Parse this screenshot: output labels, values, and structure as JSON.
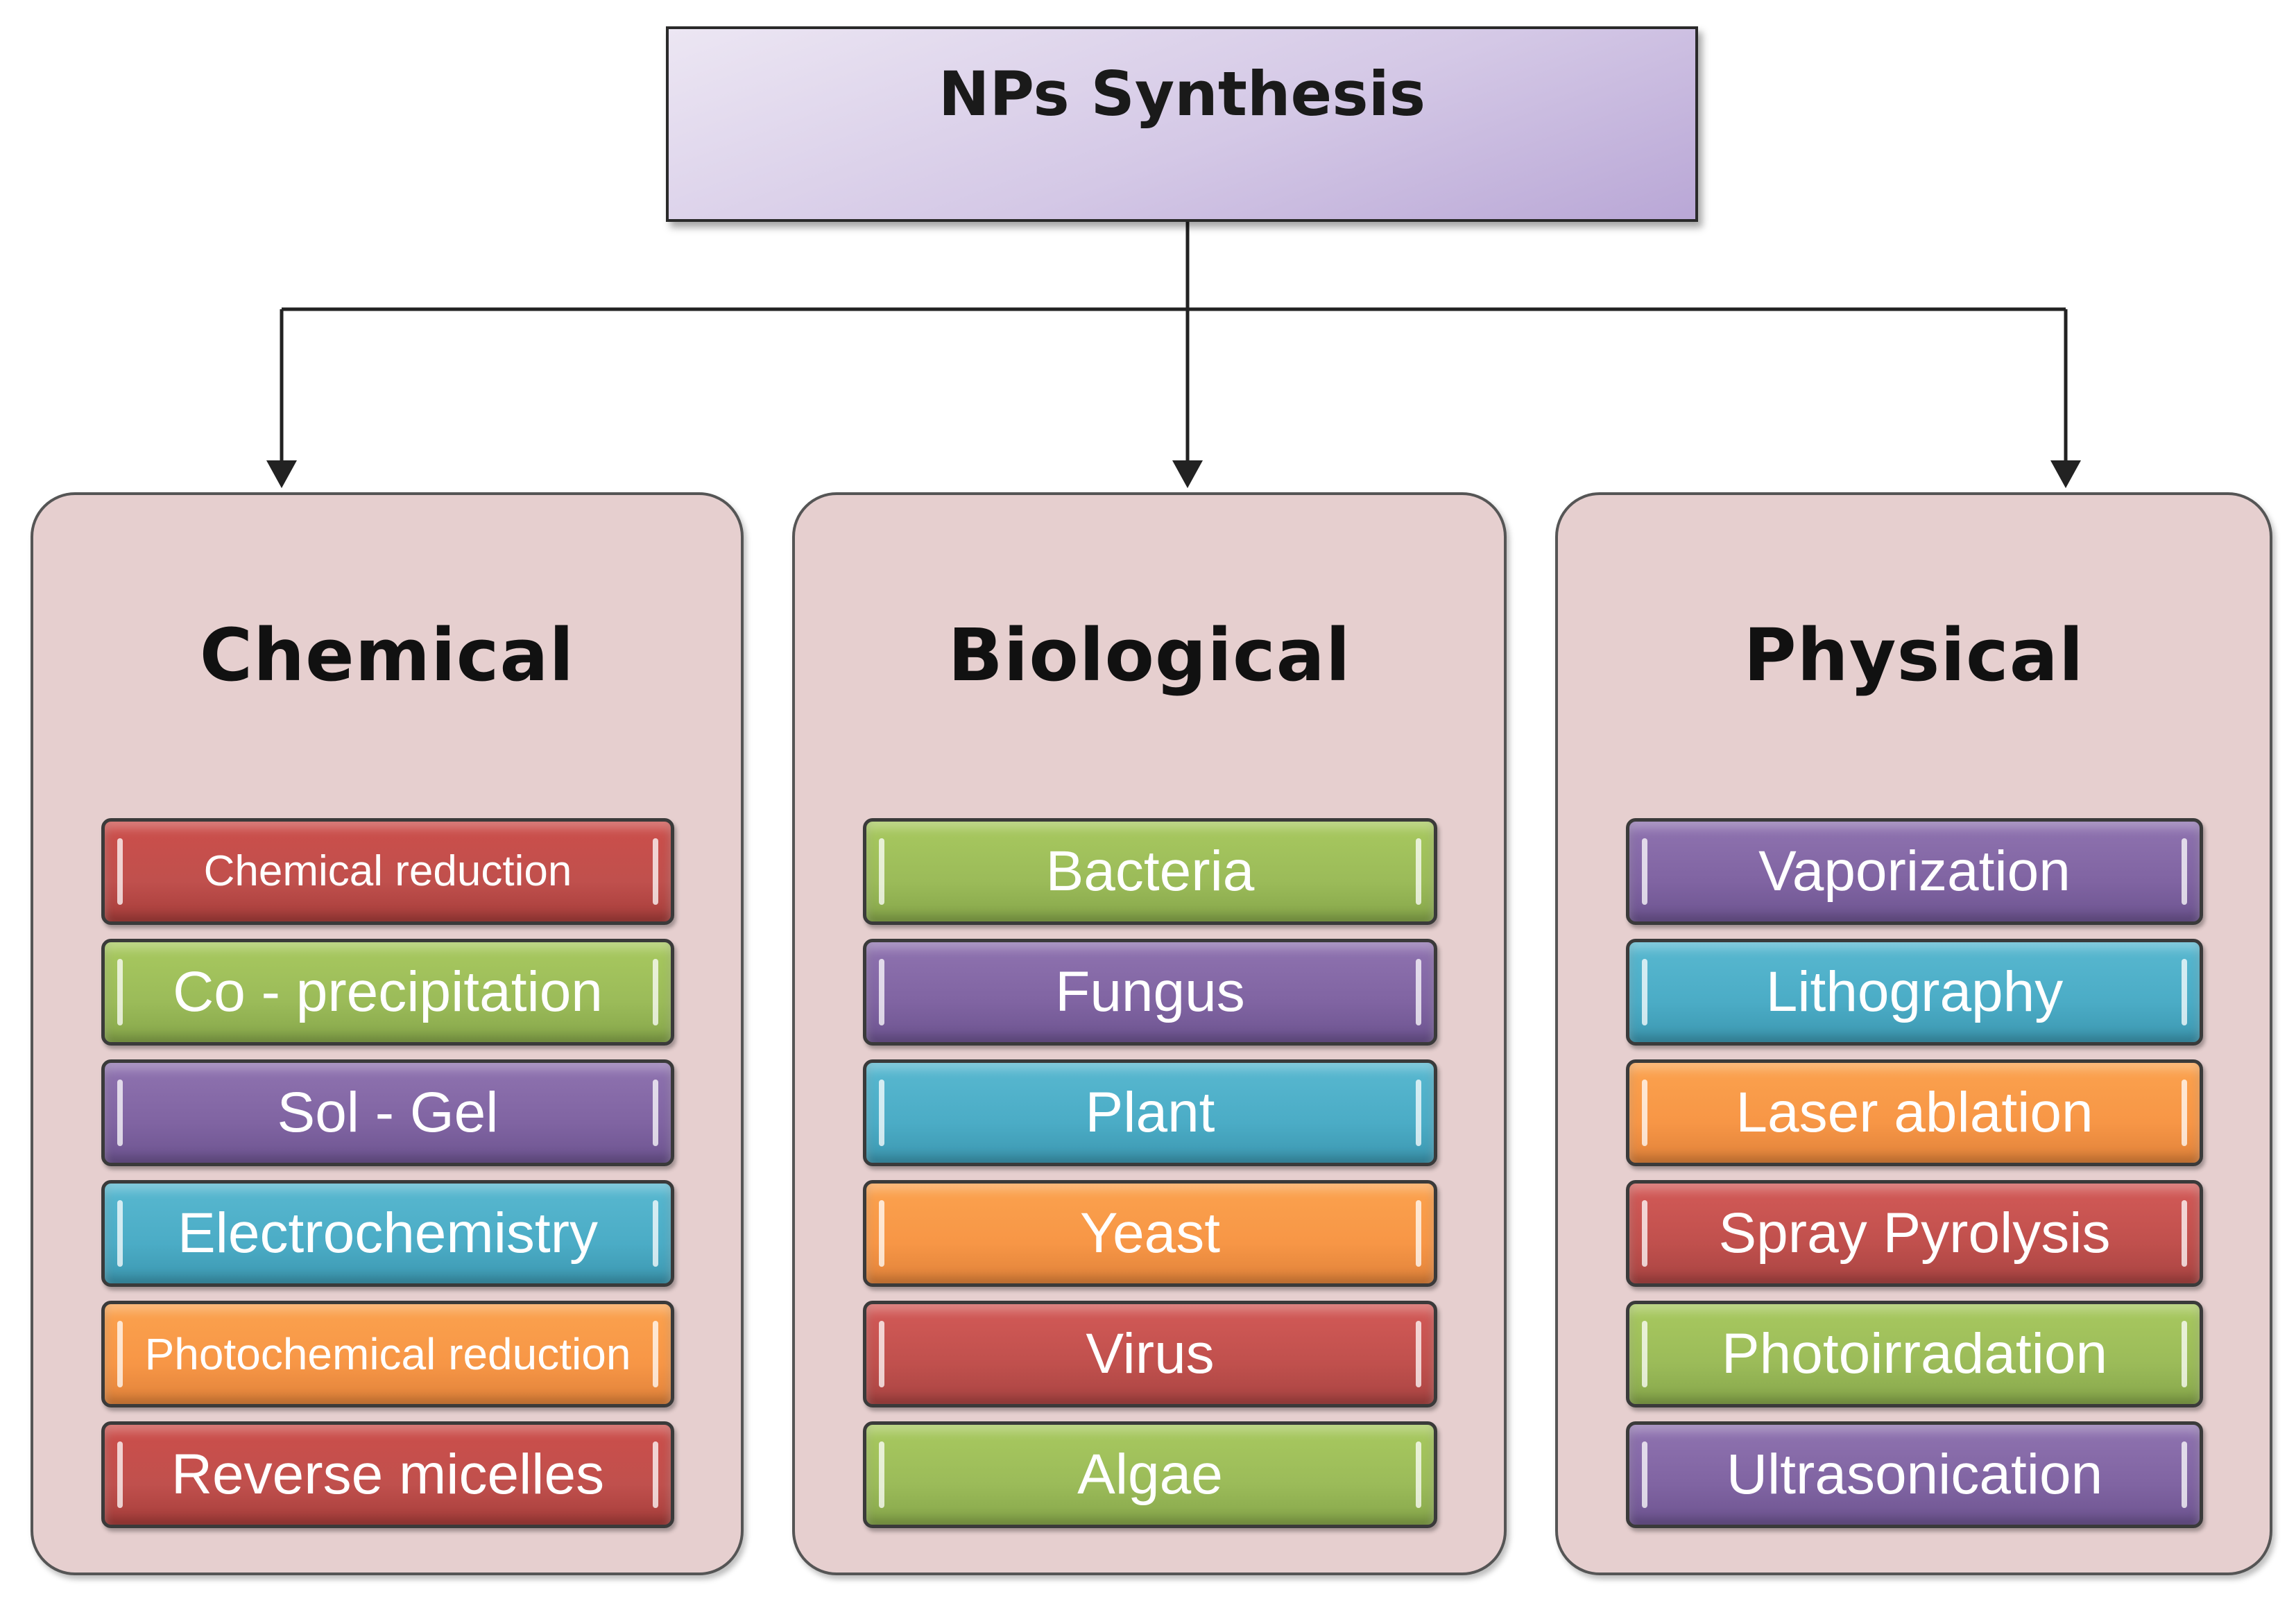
{
  "root": {
    "title": "NPs Synthesis"
  },
  "categories": [
    {
      "title": "Chemical",
      "items": [
        {
          "label": "Chemical reduction",
          "color": "red"
        },
        {
          "label": "Co - precipitation",
          "color": "green"
        },
        {
          "label": "Sol - Gel",
          "color": "purple"
        },
        {
          "label": "Electrochemistry",
          "color": "cyan"
        },
        {
          "label": "Photochemical reduction",
          "color": "orange"
        },
        {
          "label": "Reverse micelles",
          "color": "red"
        }
      ]
    },
    {
      "title": "Biological",
      "items": [
        {
          "label": "Bacteria",
          "color": "green"
        },
        {
          "label": "Fungus",
          "color": "purple"
        },
        {
          "label": "Plant",
          "color": "cyan"
        },
        {
          "label": "Yeast",
          "color": "orange"
        },
        {
          "label": "Virus",
          "color": "red"
        },
        {
          "label": "Algae",
          "color": "green"
        }
      ]
    },
    {
      "title": "Physical",
      "items": [
        {
          "label": "Vaporization",
          "color": "purple"
        },
        {
          "label": "Lithography",
          "color": "cyan"
        },
        {
          "label": "Laser ablation",
          "color": "orange"
        },
        {
          "label": "Spray Pyrolysis",
          "color": "red"
        },
        {
          "label": "Photoirradation",
          "color": "green"
        },
        {
          "label": "Ultrasonication",
          "color": "purple"
        }
      ]
    }
  ],
  "colors": {
    "red": "#c0504d",
    "green": "#9bbb59",
    "purple": "#8064a2",
    "cyan": "#4bacc6",
    "orange": "#f79646",
    "panel": "#e6cfcf",
    "root": "#d4c8e6"
  }
}
